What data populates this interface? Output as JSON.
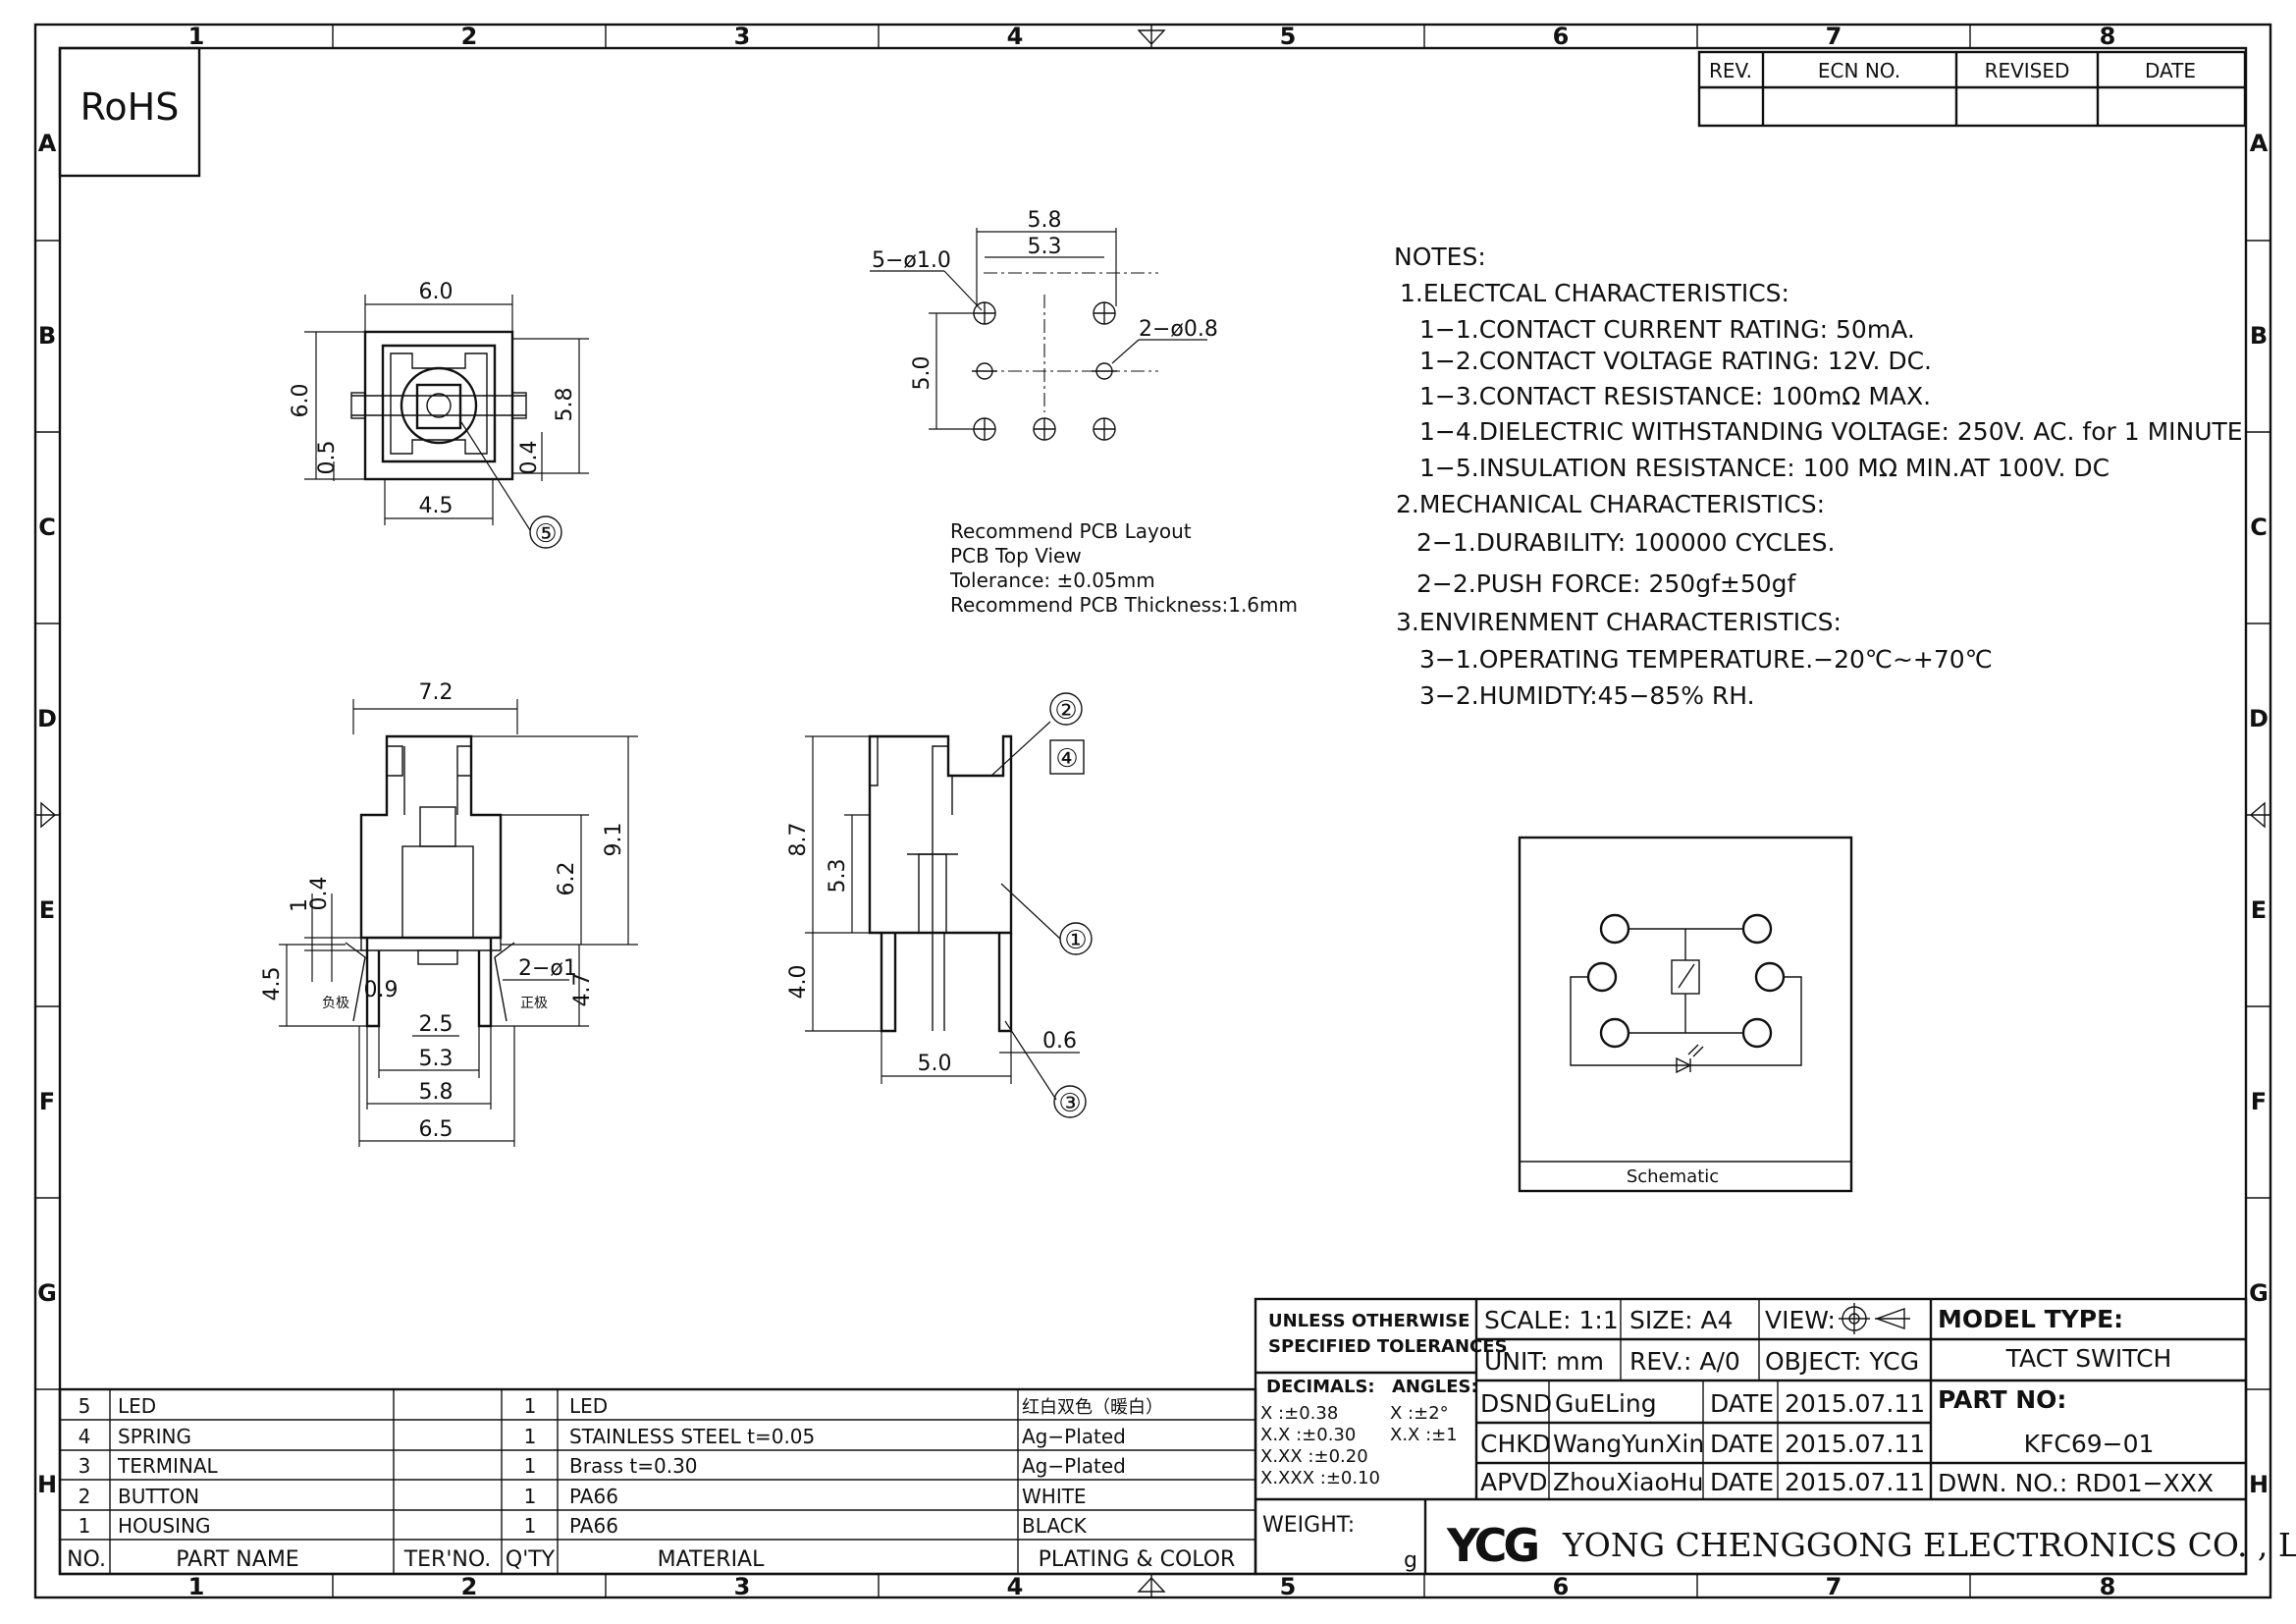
{
  "logo": {
    "rohs": "RoHS",
    "mark": "YCG"
  },
  "border": {
    "cols_top": [
      "1",
      "2",
      "3",
      "4",
      "5",
      "6",
      "7",
      "8"
    ],
    "cols_bottom": [
      "1",
      "2",
      "3",
      "4",
      "5",
      "6",
      "7",
      "8"
    ],
    "rows_left": [
      "A",
      "B",
      "C",
      "D",
      "E",
      "F",
      "G",
      "H"
    ],
    "rows_right": [
      "A",
      "B",
      "C",
      "D",
      "E",
      "F",
      "G",
      "H"
    ]
  },
  "revision_block": {
    "rev": "REV.",
    "ecn_no": "ECN NO.",
    "revised": "REVISED",
    "date": "DATE"
  },
  "top_view": {
    "w_top": "6.0",
    "h_left": "6.0",
    "h_right": "5.8",
    "offset_left": "0.5",
    "offset_right": "0.4",
    "w_bottom": "4.5",
    "callout": "⑤"
  },
  "pcb_layout": {
    "w_outer": "5.8",
    "w_inner": "5.3",
    "h": "5.0",
    "hole_big": "5−ø1.0",
    "hole_small": "2−ø0.8",
    "notes": [
      "Recommend PCB Layout",
      "PCB Top View",
      "Tolerance: ±0.05mm",
      "Recommend PCB Thickness:1.6mm"
    ]
  },
  "front_view": {
    "w_top": "7.2",
    "h_total": "9.1",
    "h_body": "6.2",
    "d1": "1",
    "d2": "0.4",
    "lead_h": "4.5",
    "lead_h2": "4.7",
    "pin_dia": "2−ø1",
    "p1": "0.9",
    "p2": "2.5",
    "p3": "5.3",
    "p4": "5.8",
    "p5": "6.5",
    "neg": "负极",
    "pos": "正极"
  },
  "side_view": {
    "h_total": "8.7",
    "h_body": "5.3",
    "lead": "4.0",
    "w_bottom": "5.0",
    "w_lead": "0.6",
    "c1": "①",
    "c2": "②",
    "c3": "③",
    "c4": "④"
  },
  "notes": {
    "title": "NOTES:",
    "lines": [
      "1.ELECTCAL  CHARACTERISTICS:",
      "1−1.CONTACT  CURRENT  RATING:   50mA.",
      "1−2.CONTACT  VOLTAGE  RATING:  12V.  DC.",
      "1−3.CONTACT  RESISTANCE:  100mΩ  MAX.",
      "1−4.DIELECTRIC  WITHSTANDING  VOLTAGE:  250V.  AC.  for  1  MINUTE",
      "1−5.INSULATION  RESISTANCE:  100  MΩ  MIN.AT  100V.  DC",
      "2.MECHANICAL  CHARACTERISTICS:",
      "2−1.DURABILITY:  100000  CYCLES.",
      "2−2.PUSH  FORCE:  250gf±50gf",
      "3.ENVIRENMENT  CHARACTERISTICS:",
      "3−1.OPERATING  TEMPERATURE.−20℃~+70℃",
      "3−2.HUMIDTY:45−85%  RH."
    ]
  },
  "schematic": {
    "label": "Schematic"
  },
  "bom": {
    "headers": [
      "NO.",
      "PART NAME",
      "TER'NO.",
      "Q'TY",
      "MATERIAL",
      "PLATING & COLOR"
    ],
    "rows": [
      [
        "5",
        "LED",
        "",
        "1",
        "LED",
        "红白双色（暖白）"
      ],
      [
        "4",
        "SPRING",
        "",
        "1",
        "STAINLESS  STEEL  t=0.05",
        "Ag−Plated"
      ],
      [
        "3",
        "TERMINAL",
        "",
        "1",
        "Brass  t=0.30",
        "Ag−Plated"
      ],
      [
        "2",
        "BUTTON",
        "",
        "1",
        "PA66",
        "WHITE"
      ],
      [
        "1",
        "HOUSING",
        "",
        "1",
        "PA66",
        "BLACK"
      ]
    ]
  },
  "title_block": {
    "tol_head": [
      "UNLESS  OTHERWISE",
      "SPECIFIED  TOLERANCES"
    ],
    "decimals": "DECIMALS:",
    "angles": "ANGLES:",
    "tol_rows": [
      "X      :±0.38",
      "X.X    :±0.30",
      "X.XX  :±0.20",
      "X.XXX :±0.10"
    ],
    "ang_rows": [
      "X    :±2°",
      "X.X :±1"
    ],
    "weight": "WEIGHT:",
    "weight_unit": "g",
    "scale": "SCALE:  1:1",
    "size": "SIZE:  A4",
    "view": "VIEW:",
    "unit": "UNIT:  mm",
    "rev": "REV.:  A/0",
    "object": "OBJECT:  YCG",
    "dsnd": "DSND",
    "dsnd_name": "GuELing",
    "chkd": "CHKD",
    "chkd_name": "WangYunXin",
    "apvd": "APVD",
    "apvd_name": "ZhouXiaoHu",
    "date_label": "DATE",
    "date": "2015.07.11",
    "model_type": "MODEL  TYPE:",
    "model": "TACT  SWITCH",
    "part_no": "PART  NO:",
    "part": "KFC69−01",
    "dwn_no": "DWN.  NO.:  RD01−XXX",
    "company": "YONG  CHENGGONG  ELECTRONICS  CO. , LTD."
  }
}
